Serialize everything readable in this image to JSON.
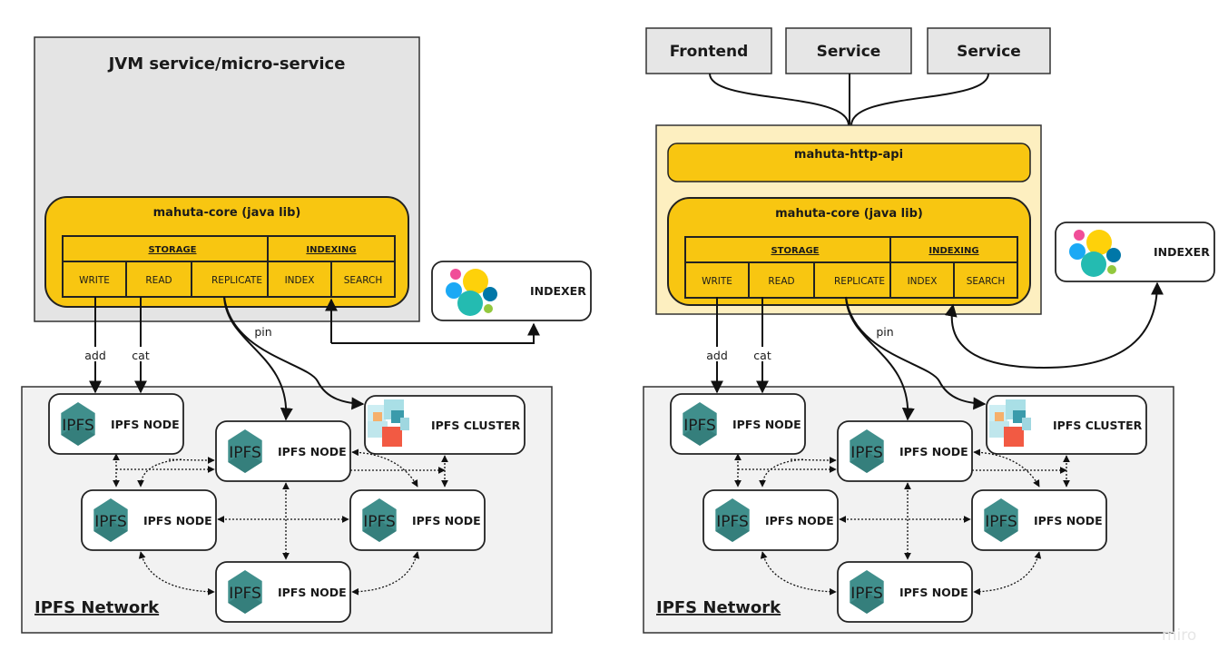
{
  "colors": {
    "core_yellow": "#f8c611",
    "api_container": "#fdefc0",
    "jvm_gray": "#e4e4e4",
    "network_gray": "#f2f2f2",
    "ipfs_teal": "#408f8c",
    "box_gray": "#e6e6e6"
  },
  "left": {
    "container_title": "JVM service/micro-service",
    "core": {
      "title": "mahuta-core (java lib)",
      "storage": "STORAGE",
      "write": "WRITE",
      "read": "READ",
      "replicate": "REPLICATE",
      "indexing": "INDEXING",
      "index": "INDEX",
      "search": "SEARCH"
    },
    "indexer": {
      "label": "INDEXER",
      "icon": "elasticsearch-logo"
    },
    "edges": {
      "add": "add",
      "cat": "cat",
      "pin": "pin"
    },
    "network": {
      "title": "IPFS Network",
      "node_label": "IPFS NODE",
      "icon_text": "IPFS",
      "cluster_label": "IPFS CLUSTER"
    }
  },
  "right": {
    "clients": [
      "Frontend",
      "Service",
      "Service"
    ],
    "api": "mahuta-http-api",
    "core": {
      "title": "mahuta-core (java lib)",
      "storage": "STORAGE",
      "write": "WRITE",
      "read": "READ",
      "replicate": "REPLICATE",
      "indexing": "INDEXING",
      "index": "INDEX",
      "search": "SEARCH"
    },
    "indexer": {
      "label": "INDEXER",
      "icon": "elasticsearch-logo"
    },
    "edges": {
      "add": "add",
      "cat": "cat",
      "pin": "pin"
    },
    "network": {
      "title": "IPFS Network",
      "node_label": "IPFS NODE",
      "icon_text": "IPFS",
      "cluster_label": "IPFS CLUSTER"
    }
  },
  "watermark": "miro"
}
